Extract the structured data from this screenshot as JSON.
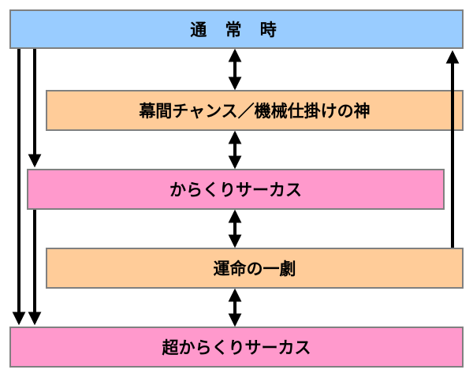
{
  "diagram": {
    "states": {
      "normal": "通 常 時",
      "chance": "幕間チャンス／機械仕掛けの神",
      "circus": "からくりサーカス",
      "fate": "運命の一劇",
      "super_circus": "超からくりサーカス"
    },
    "colors": {
      "normal": "#99ccff",
      "chance_fate": "#ffcc99",
      "circus_super": "#ff99cc",
      "border": "#808080",
      "arrow": "#000000"
    }
  }
}
